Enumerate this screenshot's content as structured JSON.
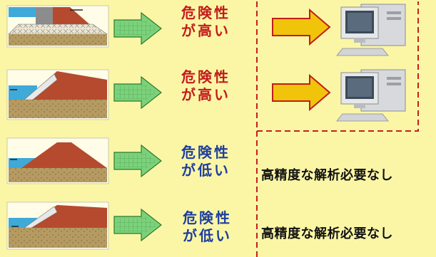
{
  "rows": [
    {
      "line1": "危険性",
      "line2": "が高い",
      "tone": "high"
    },
    {
      "line1": "危険性",
      "line2": "が高い",
      "tone": "high"
    },
    {
      "line1": "危険性",
      "line2": "が低い",
      "tone": "low"
    },
    {
      "line1": "危険性",
      "line2": "が低い",
      "tone": "low"
    }
  ],
  "no_analysis_note": "高精度な解析必要なし",
  "colors": {
    "background": "#fbf6a6",
    "high": "#c21b1b",
    "low": "#1d3e9e",
    "green_arrow": "#7bd27b",
    "orange_arrow": "#f0c40a",
    "dashed_border": "#c61f1f"
  },
  "icons": {
    "levee": "levee-cross-section-icon",
    "computer": "desktop-computer-icon"
  }
}
